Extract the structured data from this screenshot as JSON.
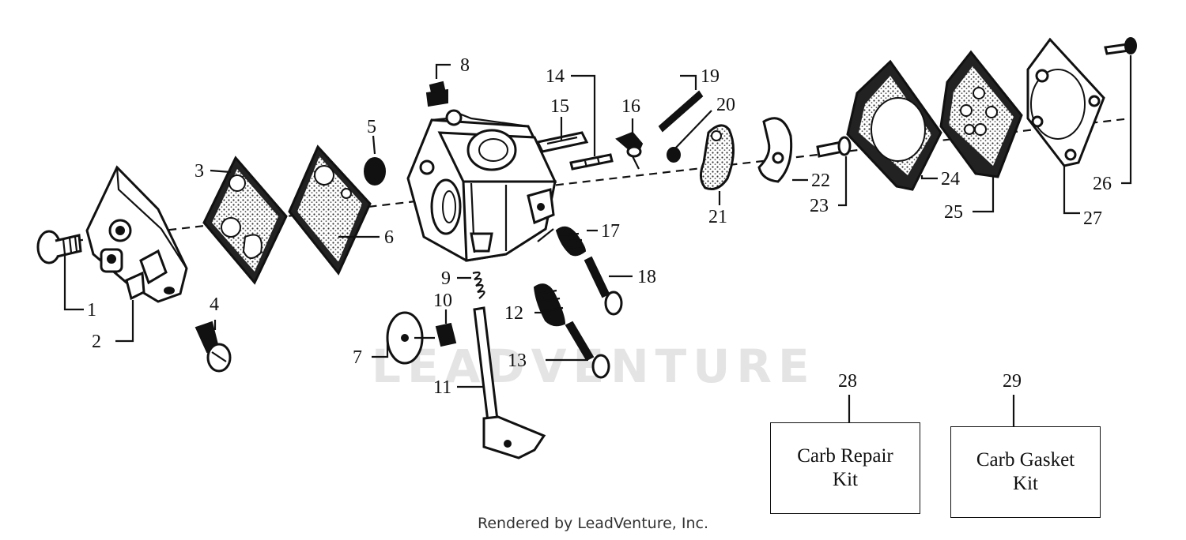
{
  "watermark": "LEADVENTURE",
  "footer": "Rendered by LeadVenture, Inc.",
  "callouts": [
    "1",
    "2",
    "3",
    "4",
    "5",
    "6",
    "7",
    "8",
    "9",
    "10",
    "11",
    "12",
    "13",
    "14",
    "15",
    "16",
    "17",
    "18",
    "19",
    "20",
    "21",
    "22",
    "23",
    "24",
    "25",
    "26",
    "27",
    "28",
    "29"
  ],
  "kits": {
    "repair": {
      "number": "28",
      "label": "Carb Repair\nKit"
    },
    "gasket": {
      "number": "29",
      "label": "Carb Gasket\nKit"
    }
  }
}
